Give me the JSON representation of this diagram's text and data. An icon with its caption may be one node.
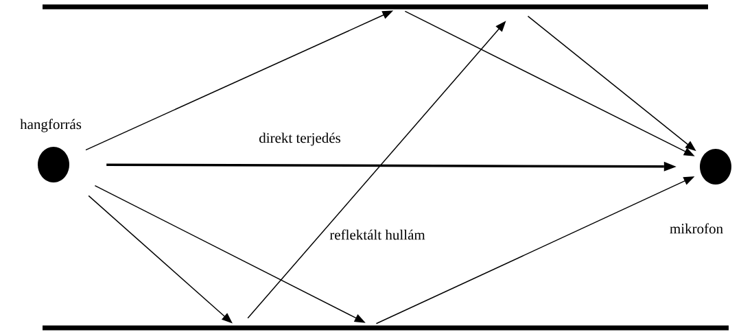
{
  "diagram": {
    "nodes": [
      {
        "text": [],
        "shape": "bar"
      },
      {
        "text": [],
        "shape": "circle",
        "beside": [
          "hangforrás"
        ]
      },
      {
        "text": [],
        "shape": "circle",
        "beside": [
          "mikrofon"
        ]
      },
      {
        "text": [],
        "shape": "bar"
      }
    ],
    "edges": [
      {
        "from": 1,
        "to": 0,
        "arrow": "to"
      },
      {
        "from": 0,
        "to": 2,
        "arrow": "to"
      },
      {
        "from": 1,
        "to": 3,
        "arrow": "to"
      },
      {
        "from": 3,
        "to": 0,
        "arrow": "to"
      },
      {
        "from": 0,
        "to": 2,
        "arrow": "to"
      },
      {
        "from": 1,
        "to": 3,
        "arrow": "to"
      },
      {
        "from": 3,
        "to": 2,
        "arrow": "to"
      },
      {
        "from": 1,
        "to": 2,
        "arrow": "to",
        "style": "thick",
        "label": "direkt terjedés"
      }
    ],
    "labels": [
      "reflektált hullám"
    ]
  }
}
